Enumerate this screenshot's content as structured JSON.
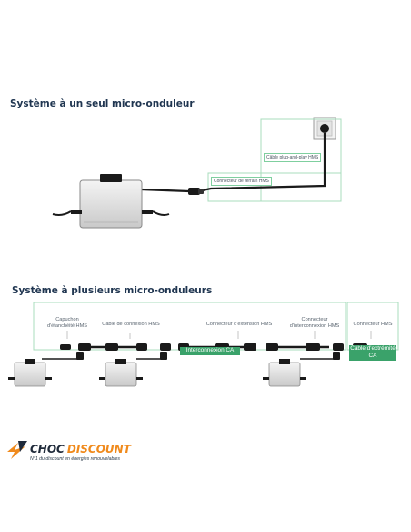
{
  "single_system": {
    "title": "Système à un seul micro-onduleur",
    "plug_cable_label": "Câble plug-and-play HMS",
    "field_connector_label": "Connecteur de terrain HMS"
  },
  "multi_system": {
    "title": "Système à plusieurs micro-onduleurs",
    "labels": {
      "end_cap": "Capuchon d'étanchéité HMS",
      "connection_cable": "Câble de connexion HMS",
      "extension_connector": "Connecteur d'extension HMS",
      "interconnection_connector": "Connecteur d'interconnexion HMS",
      "connector": "Connecteur HMS"
    },
    "interconnection_tag": "Interconnexion CA",
    "end_cable_tag": "Câble d'extrémité CA"
  },
  "brand": {
    "name_part1": "CHOC",
    "name_part2": "DISCOUNT",
    "tagline": "N°1 du discount en énergies renouvelables",
    "colors": {
      "dark": "#1f2a3a",
      "orange": "#f08a1c"
    }
  },
  "colors": {
    "accent_green": "#3aa26a",
    "outline_green": "#7fcf9f",
    "title": "#1f3550"
  }
}
